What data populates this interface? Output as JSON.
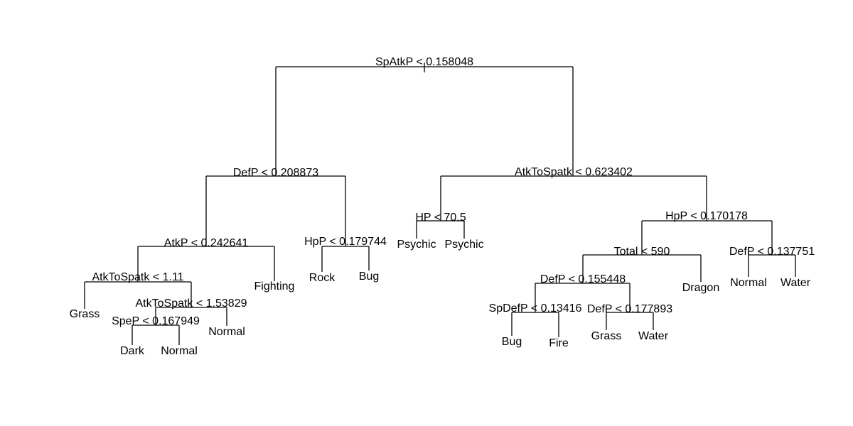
{
  "tree": {
    "split_labels": {
      "root": "SpAtkP < 0.158048",
      "n2": "DefP < 0.208873",
      "n3": "AtkToSpatk < 0.623402",
      "n4": "AtkP < 0.242641",
      "n5": "HpP < 0.179744",
      "n6": "HP < 70.5",
      "n7": "HpP < 0.170178",
      "n8": "AtkToSpatk < 1.11",
      "n9": "AtkToSpatk < 1.53829",
      "n10": "SpeP < 0.167949",
      "n11": "Total < 590",
      "n12": "DefP < 0.137751",
      "n13": "DefP < 0.155448",
      "n14": "SpDefP < 0.13416",
      "n15": "DefP < 0.177893"
    },
    "leaf_labels": {
      "grass1": "Grass",
      "dark": "Dark",
      "normal1": "Normal",
      "normal2": "Normal",
      "fighting": "Fighting",
      "rock": "Rock",
      "bug1": "Bug",
      "psychic1": "Psychic",
      "psychic2": "Psychic",
      "bug2": "Bug",
      "fire": "Fire",
      "grass2": "Grass",
      "water1": "Water",
      "dragon": "Dragon",
      "normal3": "Normal",
      "water2": "Water"
    }
  }
}
